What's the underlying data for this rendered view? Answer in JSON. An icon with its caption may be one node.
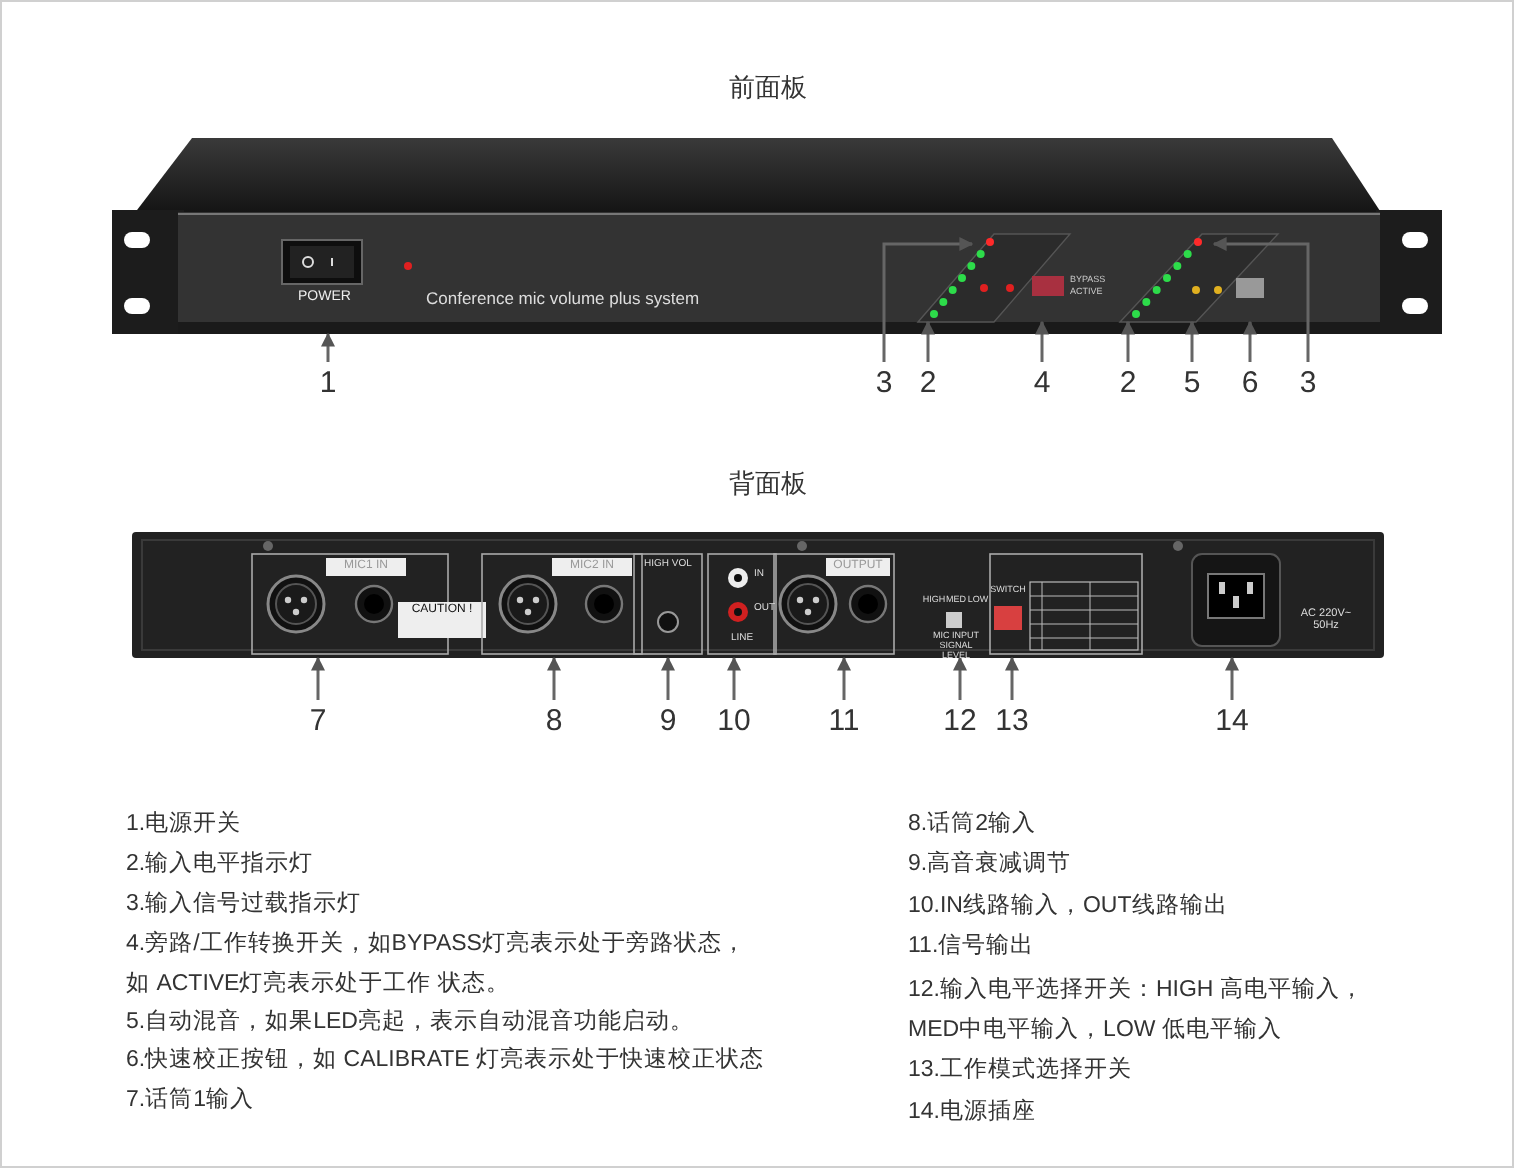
{
  "diagram": {
    "nodes": [
      {
        "text": [
          "1"
        ]
      },
      {
        "text": [
          "3"
        ]
      },
      {
        "text": [
          "2"
        ]
      },
      {
        "text": [
          "4"
        ]
      },
      {
        "text": [
          "2"
        ]
      },
      {
        "text": [
          "5"
        ]
      },
      {
        "text": [
          "6"
        ]
      },
      {
        "text": [
          "3"
        ]
      },
      {
        "text": [
          "7"
        ]
      },
      {
        "text": [
          "8"
        ]
      },
      {
        "text": [
          "9"
        ]
      },
      {
        "text": [
          "10"
        ]
      },
      {
        "text": [
          "11"
        ]
      },
      {
        "text": [
          "12"
        ]
      },
      {
        "text": [
          "13"
        ]
      },
      {
        "text": [
          "14"
        ]
      },
      {
        "text": [],
        "shape": "picture"
      },
      {
        "text": [],
        "shape": "picture"
      }
    ],
    "edges": [
      {
        "from": 0,
        "to": 16,
        "arrow": "to"
      },
      {
        "from": 1,
        "to": 16,
        "arrow": "to"
      },
      {
        "from": 2,
        "to": 16,
        "arrow": "to"
      },
      {
        "from": 3,
        "to": 16,
        "arrow": "to"
      },
      {
        "from": 4,
        "to": 16,
        "arrow": "to"
      },
      {
        "from": 5,
        "to": 16,
        "arrow": "to"
      },
      {
        "from": 6,
        "to": 16,
        "arrow": "to"
      },
      {
        "from": 7,
        "to": 16,
        "arrow": "to"
      },
      {
        "from": 8,
        "to": 17,
        "arrow": "to"
      },
      {
        "from": 9,
        "to": 17,
        "arrow": "to"
      },
      {
        "from": 10,
        "to": 17,
        "arrow": "to"
      },
      {
        "from": 11,
        "to": 17,
        "arrow": "to"
      },
      {
        "from": 12,
        "to": 17,
        "arrow": "to"
      },
      {
        "from": 13,
        "to": 17,
        "arrow": "to"
      },
      {
        "from": 14,
        "to": 17,
        "arrow": "to"
      },
      {
        "from": 15,
        "to": 17,
        "arrow": "to"
      }
    ],
    "labels": [
      "前面板",
      "POWER",
      "Conference mic volume plus system",
      "BYPASS",
      "ACTIVE",
      "背面板",
      "MIC1 IN",
      "CAUTION !",
      "MIC2 IN",
      "HIGH VOL",
      "IN",
      "OUT",
      "LINE",
      "OUTPUT",
      "HIGH",
      "MED",
      "LOW",
      "MIC INPUT SIGNAL LEVEL",
      "SWITCH",
      "AC 220V~ 50Hz",
      "1.电源开关",
      "2.输入电平指示灯",
      "3.输入信号过载指示灯",
      "4.旁路/工作转换开关，如BYPASS灯亮表示处于旁路状态，如 ACTIVE灯亮表示处于工作 状态。",
      "5.自动混音，如果LED亮起，表示自动混音功能启动。",
      "6.快速校正按钮，如 CALIBRATE 灯亮表示处于快速校正状态",
      "7.话筒1输入",
      "8.话筒2输入",
      "9.高音衰减调节",
      "10.IN线路输入，OUT线路输出",
      "11.信号输出",
      "12.输入电平选择开关：HIGH 高电平输入，MED中电平输入，LOW 低电平输入",
      "13.工作模式选择开关",
      "14.电源插座"
    ]
  }
}
